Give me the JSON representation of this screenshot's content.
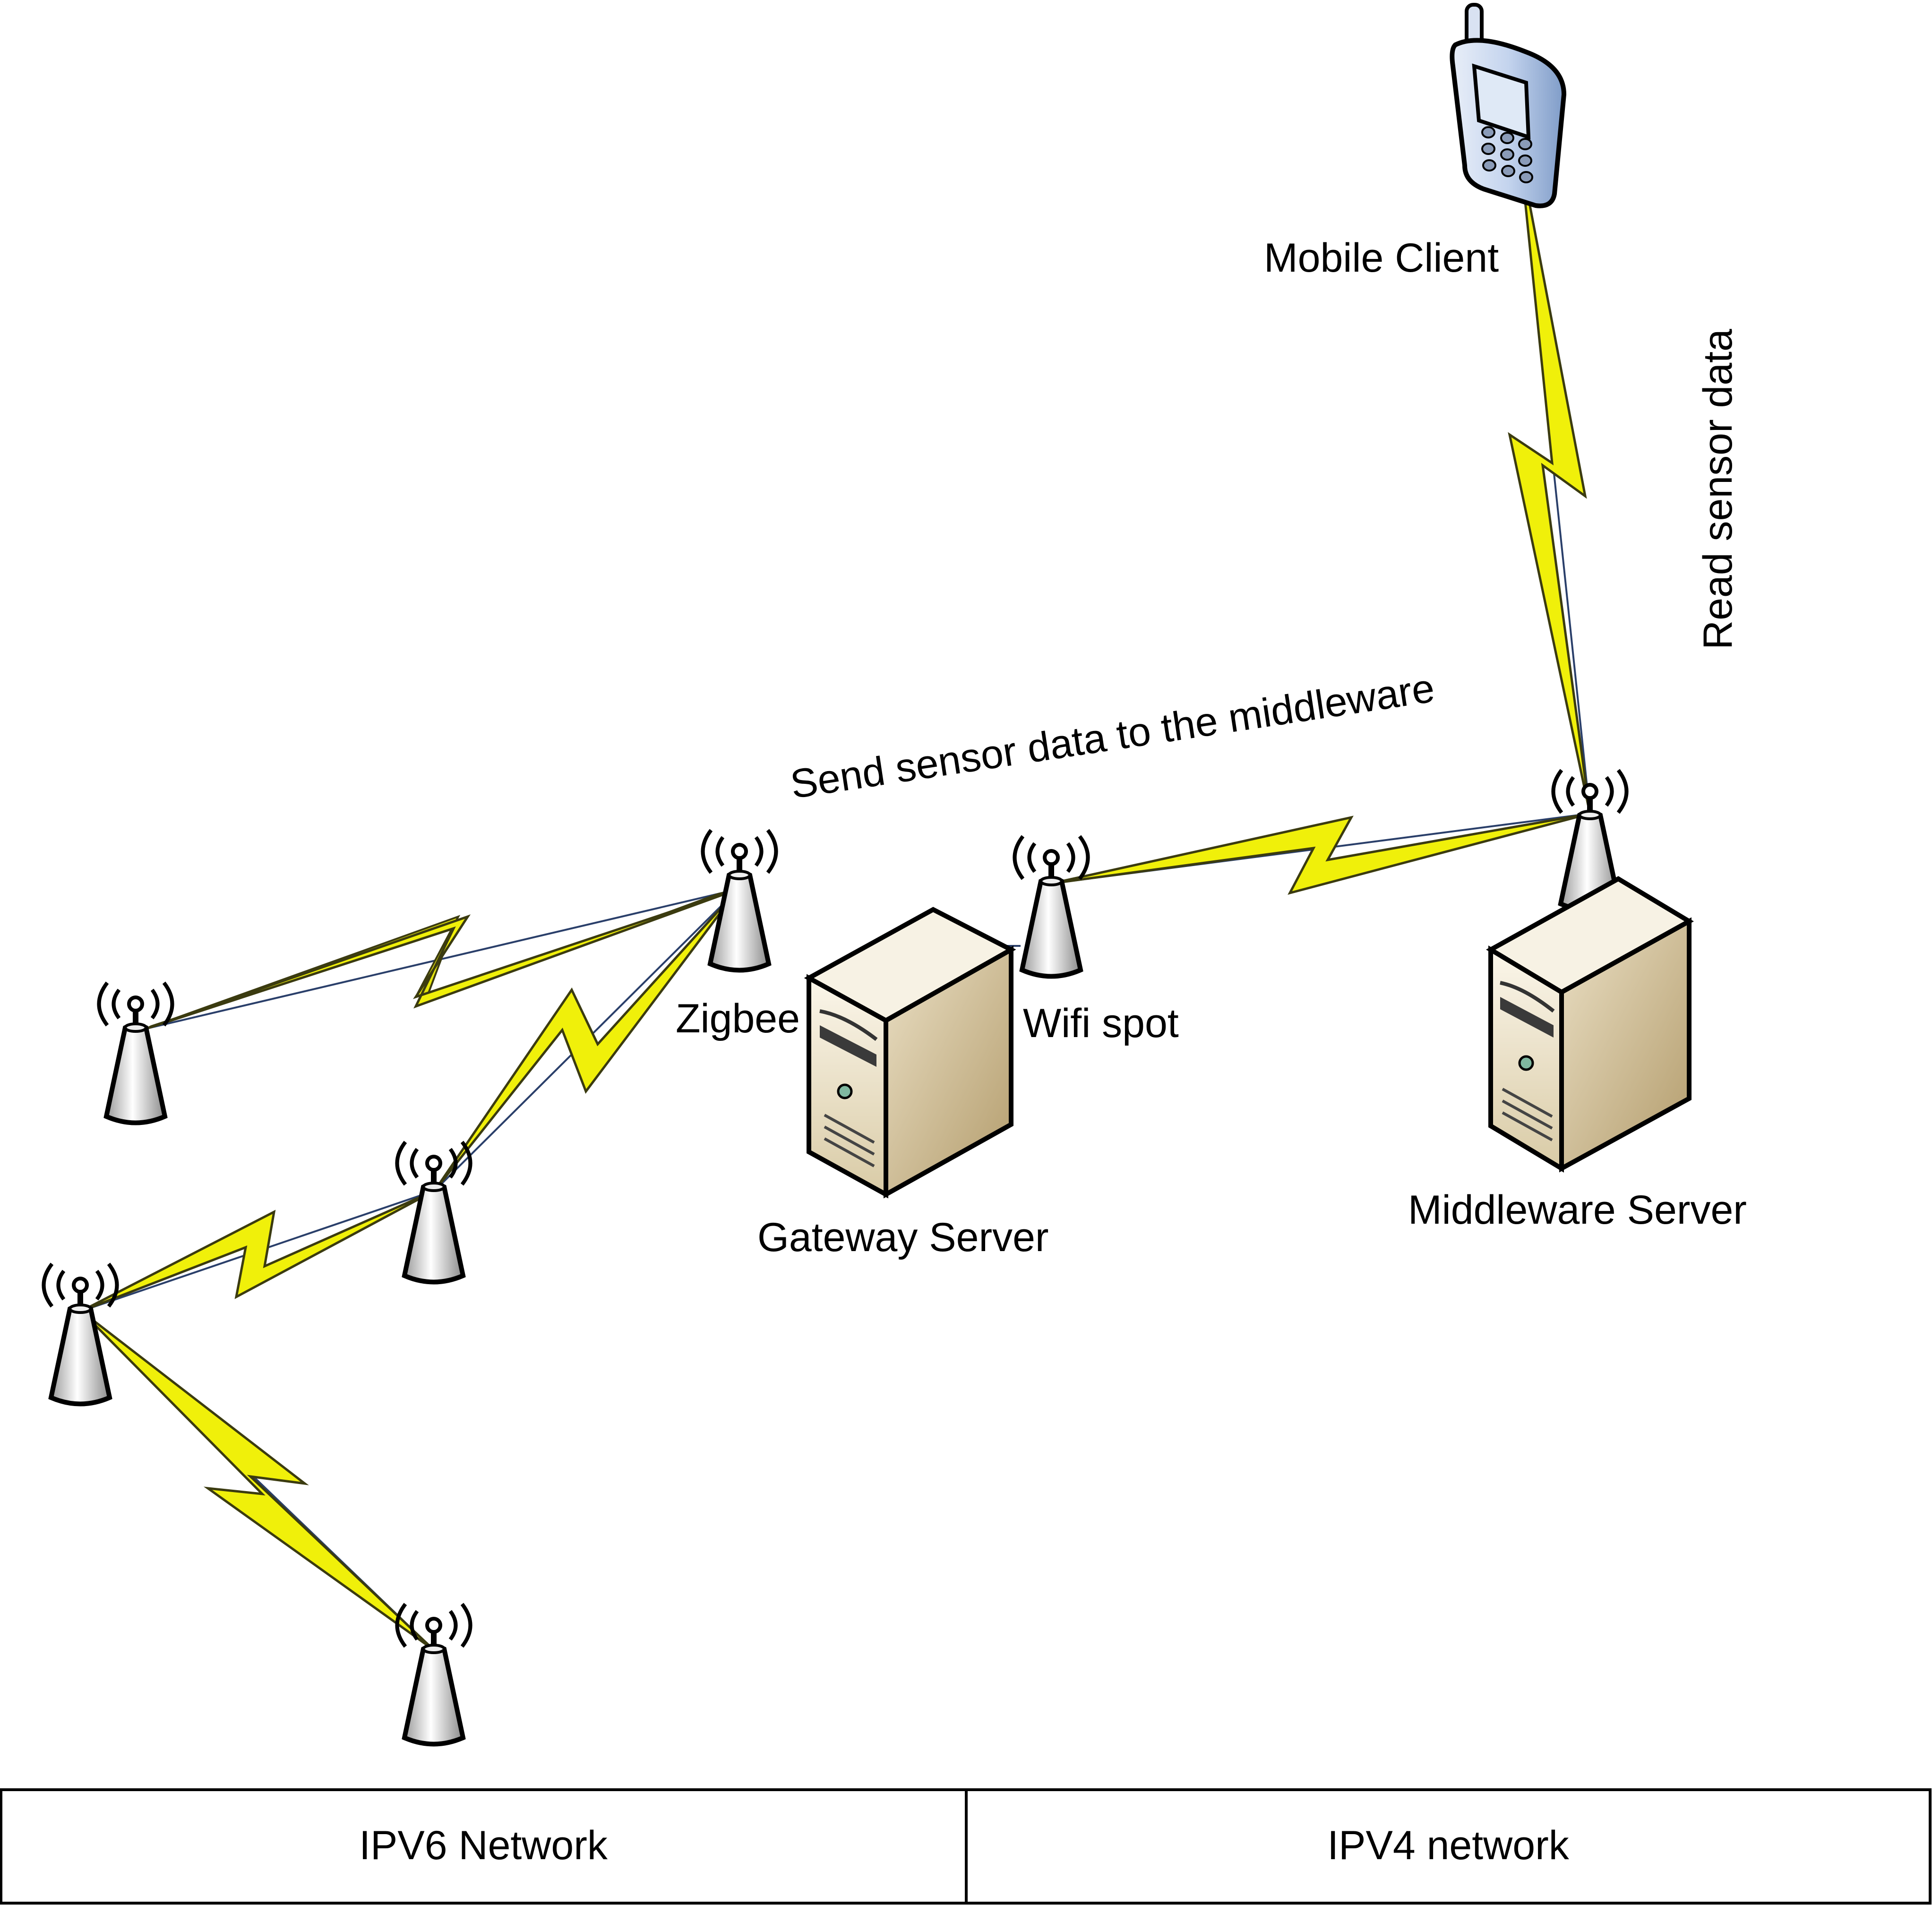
{
  "labels": {
    "mobile_client": "Mobile Client",
    "read_sensor_data": "Read sensor data",
    "send_sensor_data": "Send sensor data to the middleware",
    "zigbee": "Zigbee",
    "wifi_spot": "Wifi spot",
    "gateway_server": "Gateway Server",
    "middleware_server": "Middleware Server"
  },
  "networks": {
    "ipv6": "IPV6 Network",
    "ipv4": "IPV4 network"
  },
  "colors": {
    "link_yellow": "#f2f20a",
    "link_olive": "#4a4a14",
    "server_light": "#f1ead8",
    "server_dark": "#c2b08a",
    "phone_blue": "#9fb8e0",
    "antenna_grey": "#d8d8d8"
  }
}
